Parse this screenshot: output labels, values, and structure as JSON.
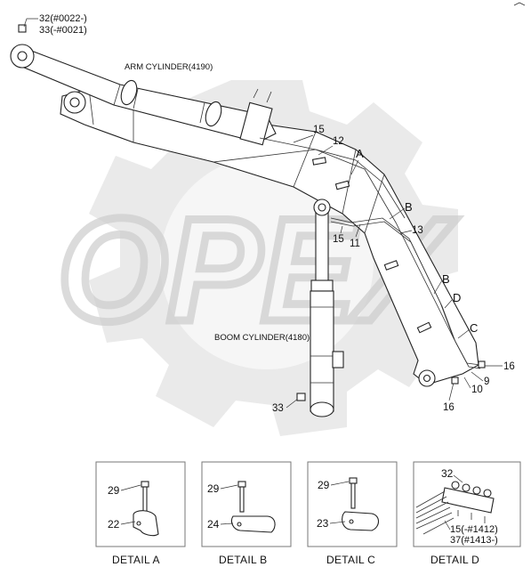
{
  "watermark": {
    "text": "OPEX",
    "color": "#d9d9d9"
  },
  "cylinders": {
    "arm": "ARM CYLINDER(4190)",
    "boom": "BOOM CYLINDER(4180)"
  },
  "callouts": {
    "c32_33a": "32(#0022-)",
    "c32_33b": "33(-#0021)",
    "c15_top": "15",
    "c12": "12",
    "cA": "A",
    "cB_top": "B",
    "c13": "13",
    "c15_mid": "15",
    "c11": "11",
    "cB_mid": "B",
    "cD": "D",
    "cC": "C",
    "c16_right": "16",
    "c9": "9",
    "c10": "10",
    "c16_bottom": "16",
    "c33": "33"
  },
  "details": [
    {
      "caption": "DETAIL A",
      "bolt": "29",
      "clamp": "22"
    },
    {
      "caption": "DETAIL B",
      "bolt": "29",
      "clamp": "24"
    },
    {
      "caption": "DETAIL C",
      "bolt": "29",
      "clamp": "23"
    },
    {
      "caption": "DETAIL  D",
      "top": "32",
      "line1": "15(-#1412)",
      "line2": "37(#1413-)"
    }
  ]
}
